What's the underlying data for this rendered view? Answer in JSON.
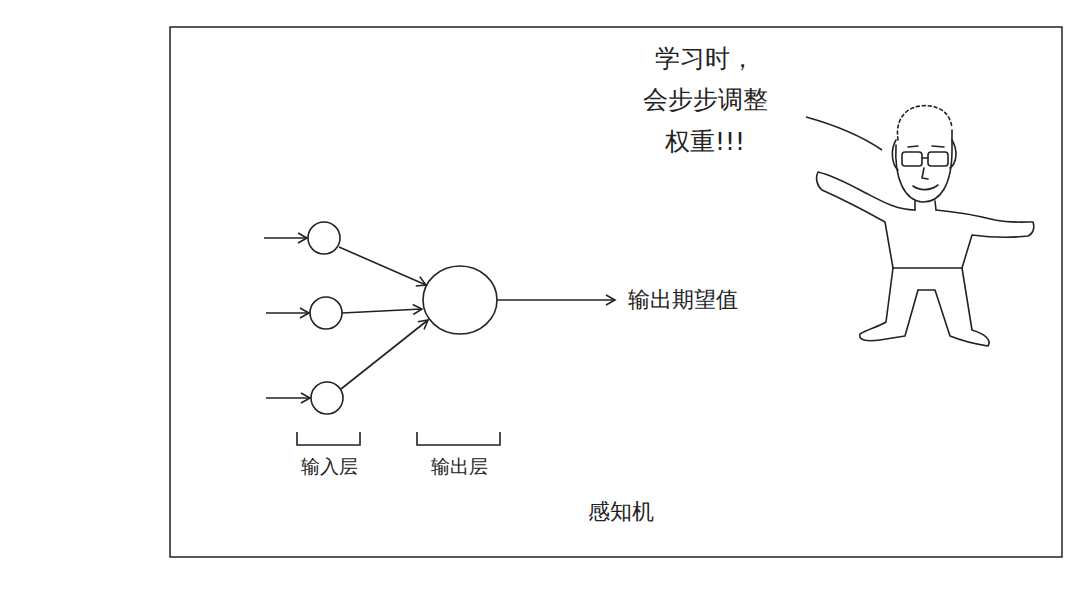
{
  "diagram": {
    "labels": [
      "学习时， 会步步调整 权重!!!",
      "输出期望值",
      "输入层",
      "输出层",
      "感知机"
    ]
  }
}
